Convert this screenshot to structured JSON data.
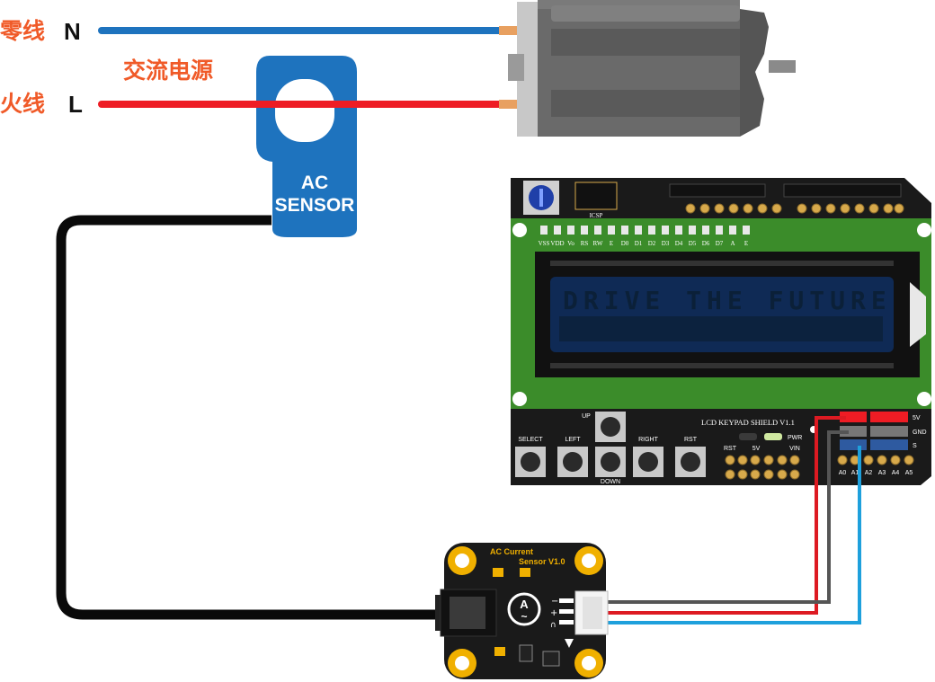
{
  "power": {
    "neutral_zh": "零线",
    "neutral_en": "N",
    "live_zh": "火线",
    "live_en": "L",
    "source_label": "交流电源"
  },
  "clamp_sensor": {
    "line1": "AC",
    "line2": "SENSOR"
  },
  "lcd_shield": {
    "title": "LCD KEYPAD SHIELD V1.1",
    "icsp_label": "ICSP",
    "lcd_text": "DRIVE THE FUTURE",
    "pin_labels": [
      "VSS",
      "VDD",
      "Vo",
      "RS",
      "RW",
      "E",
      "D0",
      "D1",
      "D2",
      "D3",
      "D4",
      "D5",
      "D6",
      "D7",
      "A",
      "E"
    ],
    "buttons": [
      "SELECT",
      "LEFT",
      "UP",
      "DOWN",
      "RIGHT",
      "RST"
    ],
    "power_pins": [
      "RST",
      "5V",
      "VIN"
    ],
    "pwr_label": "PWR",
    "analog_pins": [
      "A0",
      "A1",
      "A2",
      "A3",
      "A4",
      "A5"
    ],
    "rail_labels": [
      "5V",
      "GND",
      "S"
    ]
  },
  "current_module": {
    "title_line1": "AC Current",
    "title_line2": "Sensor V1.0",
    "pin_marks": [
      "−",
      "+",
      "∩"
    ],
    "center_symbol": "A",
    "center_sub": "~"
  },
  "colors": {
    "label_orange": "#f05a28",
    "neutral_wire": "#1e73be",
    "live_wire": "#ee1c24",
    "sensor_blue": "#1e73be",
    "pcb_black": "#1a1a1a",
    "lcd_green": "#3b8c2a",
    "signal_blue": "#1ea0dc",
    "ground_gray": "#555555"
  }
}
